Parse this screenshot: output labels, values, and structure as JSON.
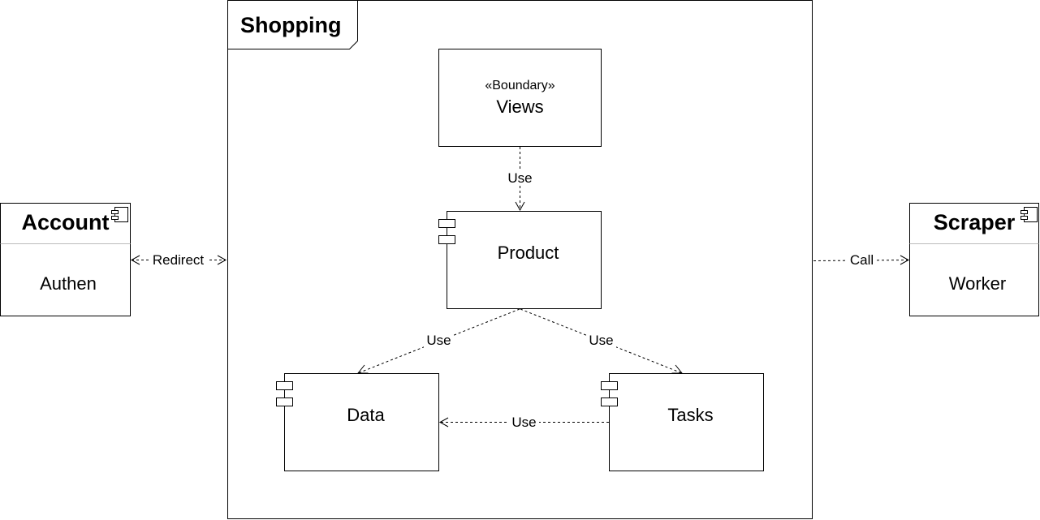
{
  "frame": {
    "title": "Shopping"
  },
  "components": {
    "views": {
      "stereotype": "«Boundary»",
      "name": "Views"
    },
    "product": {
      "name": "Product"
    },
    "data": {
      "name": "Data"
    },
    "tasks": {
      "name": "Tasks"
    }
  },
  "externals": {
    "account": {
      "title": "Account",
      "body": "Authen"
    },
    "scraper": {
      "title": "Scraper",
      "body": "Worker"
    }
  },
  "connectors": {
    "views_product": "Use",
    "product_data": "Use",
    "product_tasks": "Use",
    "tasks_data": "Use",
    "account_shopping": "Redirect",
    "shopping_scraper": "Call"
  }
}
